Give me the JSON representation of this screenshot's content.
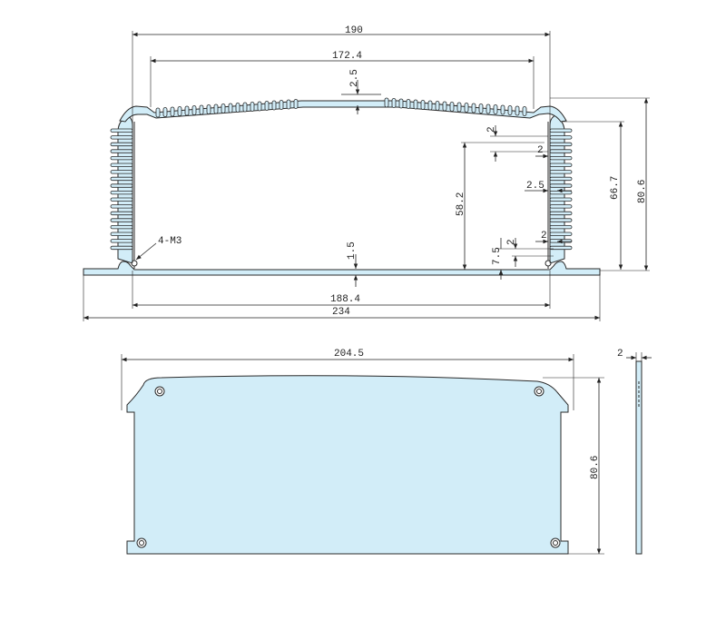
{
  "profile_view": {
    "dims": {
      "overall_inner_width": "190",
      "top_span": "172.4",
      "top_thickness": "2.5",
      "fin_gap": "2",
      "fin_thickness": "2",
      "wall_thickness": "2.5",
      "inner_height": "58.2",
      "fin_height": "66.7",
      "overall_height": "80.6",
      "foot_tab": "2",
      "foot_offset": "2",
      "rail_height": "7.5",
      "base_thickness": "1.5",
      "inner_base_width": "188.4",
      "overall_width": "234"
    },
    "callout": "4-M3"
  },
  "end_cap_view": {
    "dims": {
      "width": "204.5",
      "height": "80.6",
      "thickness": "2"
    }
  },
  "colors": {
    "part_fill": "#d2edf8",
    "line": "#2a2a2a"
  }
}
